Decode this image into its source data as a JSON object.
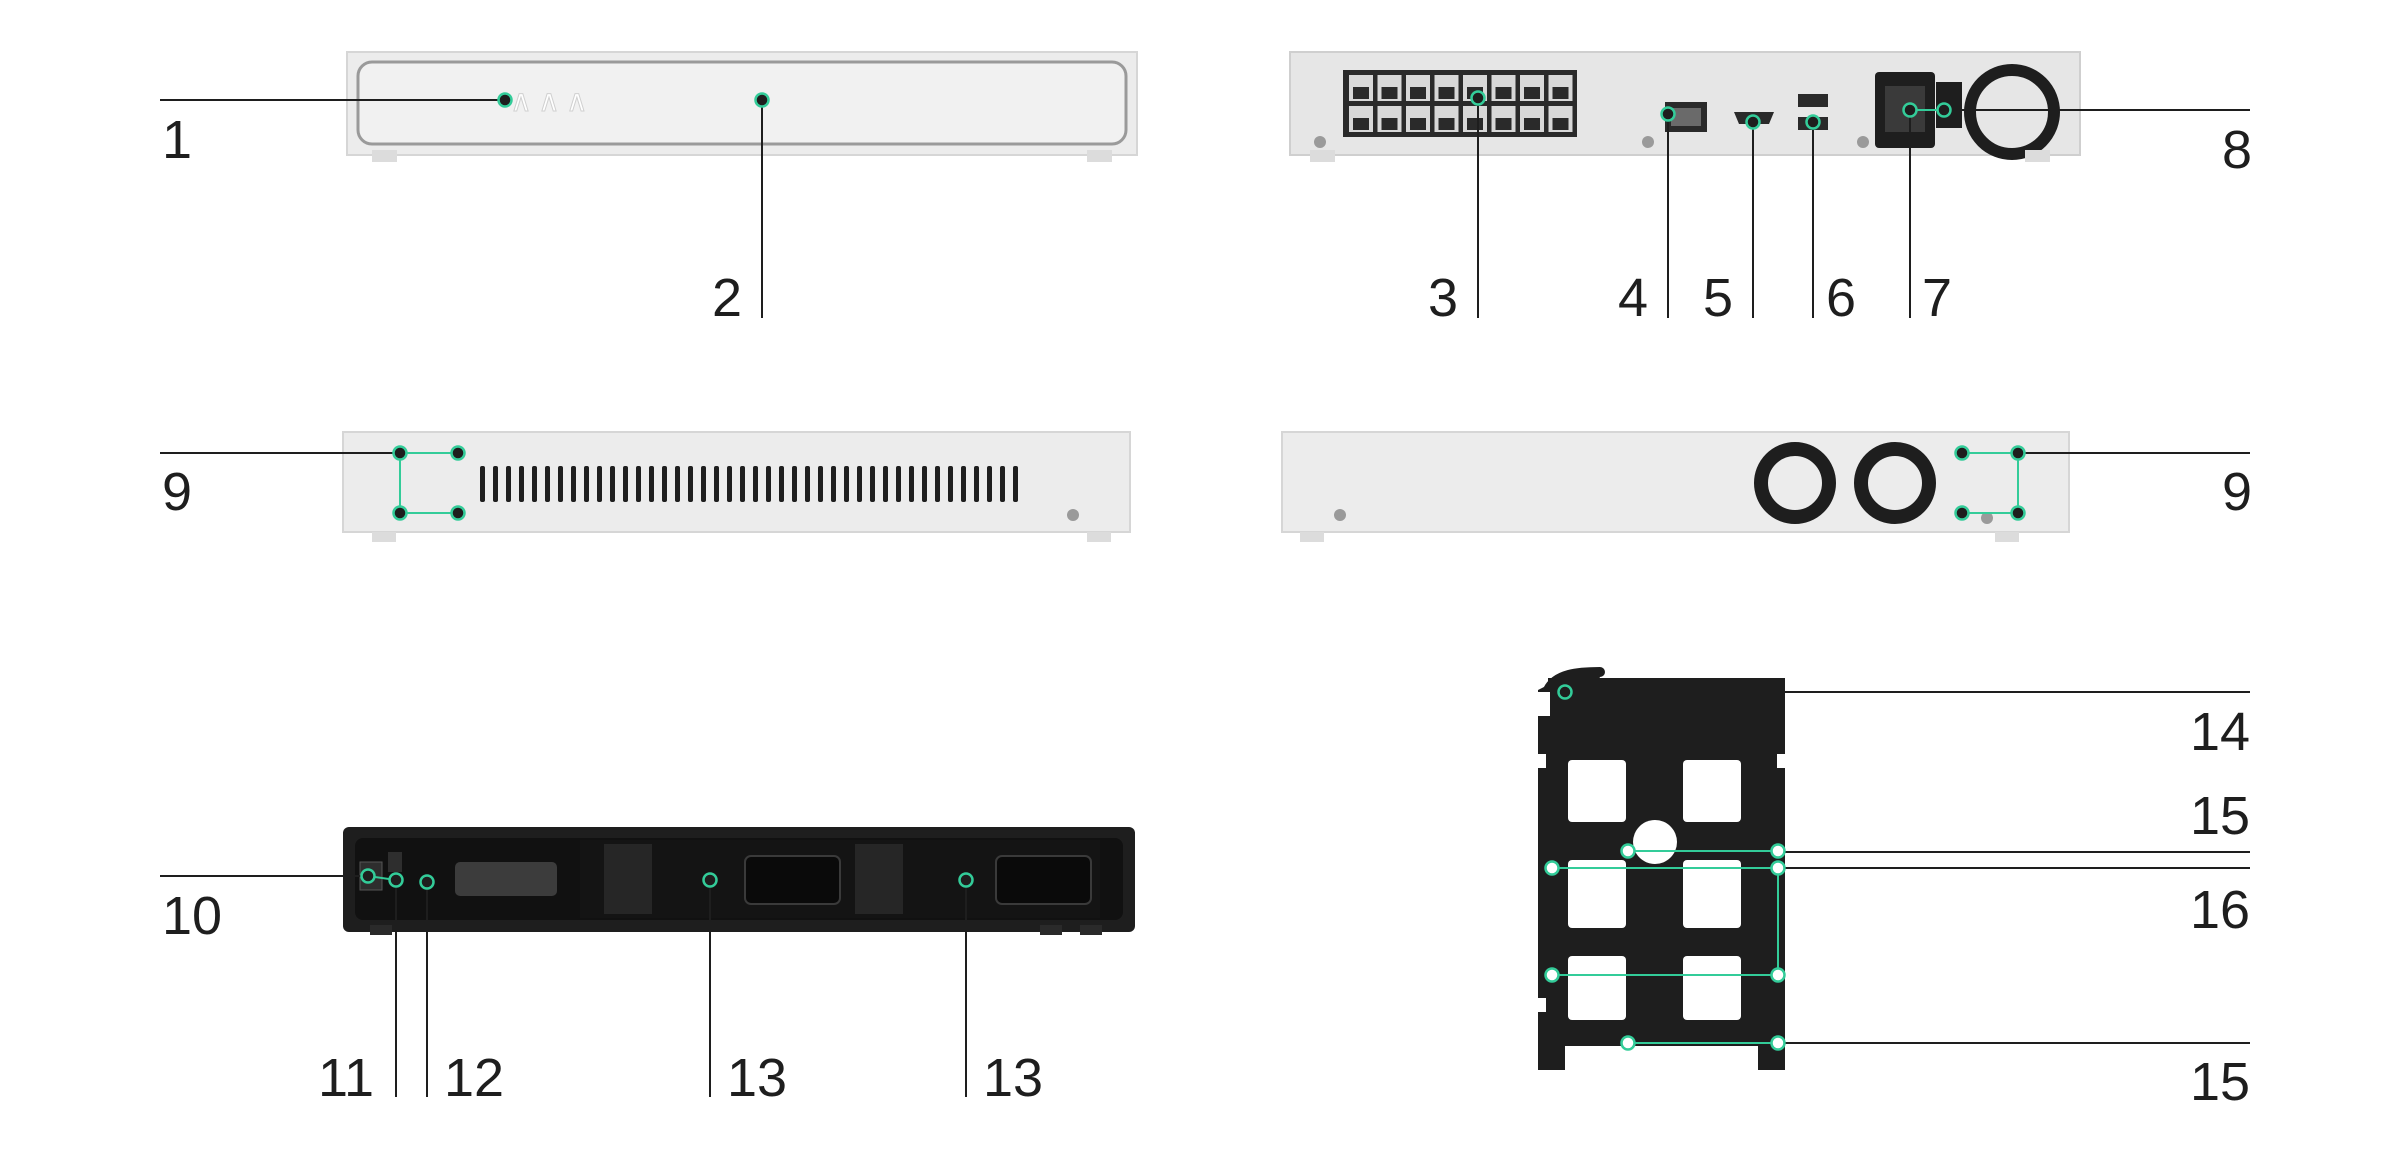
{
  "colors": {
    "accent": "#33cc99",
    "device_white": "#ececec",
    "device_black": "#1e1e1e",
    "line": "#1e1e1e"
  },
  "icons": {
    "brand_logo": "ajax-logo",
    "fan": "fan-icon",
    "ethernet_port": "rj45-port-icon",
    "hdmi_port": "hdmi-port-icon",
    "usb_port": "usb-port-icon",
    "power_socket": "power-socket-icon"
  },
  "views": {
    "front": {
      "callouts": [
        "1",
        "2"
      ]
    },
    "rear": {
      "callouts": [
        "3",
        "4",
        "5",
        "6",
        "7",
        "8"
      ]
    },
    "left_side": {
      "callouts": [
        "9"
      ]
    },
    "right_side": {
      "callouts": [
        "9"
      ]
    },
    "bottom": {
      "callouts": [
        "10",
        "11",
        "12",
        "13",
        "13"
      ]
    },
    "drive_bracket": {
      "callouts": [
        "14",
        "15",
        "16",
        "15"
      ]
    }
  }
}
